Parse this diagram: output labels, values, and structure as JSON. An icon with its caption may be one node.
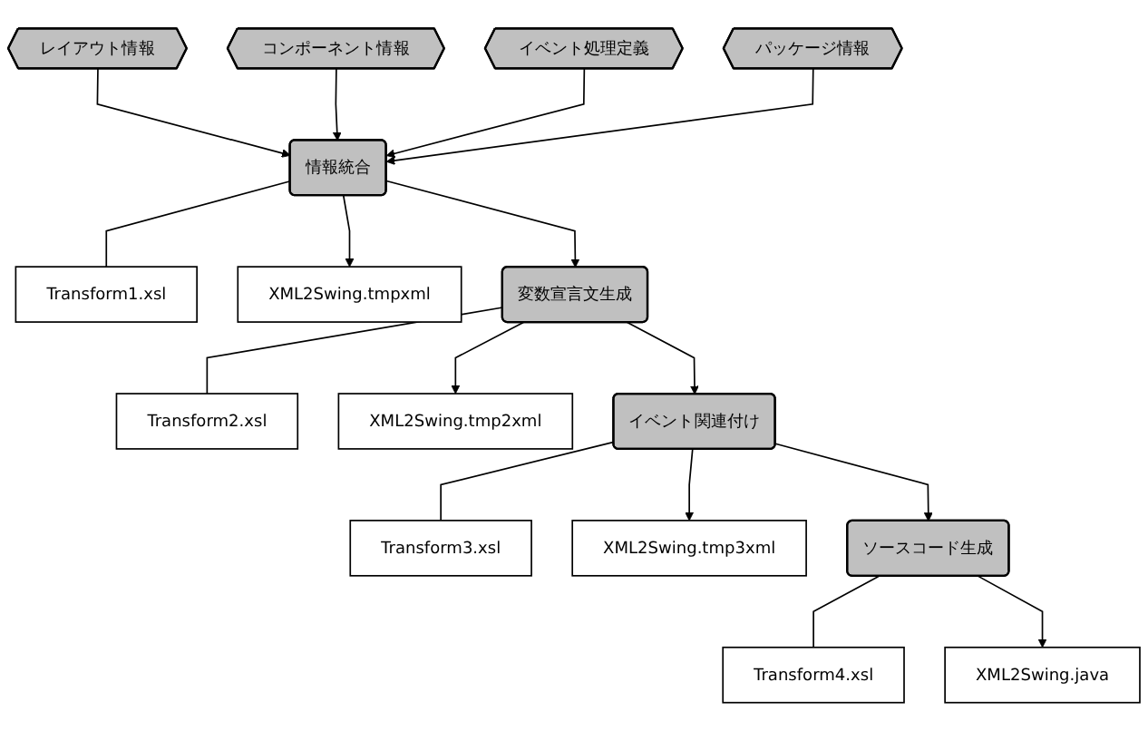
{
  "diagram": {
    "nodes": [
      {
        "text": [
          "レイアウト情報"
        ]
      },
      {
        "text": [
          "コンポーネント情報"
        ]
      },
      {
        "text": [
          "イベント処理定義"
        ]
      },
      {
        "text": [
          "パッケージ情報"
        ]
      },
      {
        "text": [
          "Transform1.xsl"
        ]
      },
      {
        "text": [
          "情報統合"
        ]
      },
      {
        "text": [
          "XML2Swing.tmpxml"
        ]
      },
      {
        "text": [
          "Transform2.xsl"
        ]
      },
      {
        "text": [
          "変数宣言文生成"
        ]
      },
      {
        "text": [
          "XML2Swing.tmp2xml"
        ]
      },
      {
        "text": [
          "Transform3.xsl"
        ]
      },
      {
        "text": [
          "イベント関連付け"
        ]
      },
      {
        "text": [
          "XML2Swing.tmp3xml"
        ]
      },
      {
        "text": [
          "Transform4.xsl"
        ]
      },
      {
        "text": [
          "ソースコード生成"
        ]
      },
      {
        "text": [
          "XML2Swing.java"
        ]
      }
    ],
    "edges": [
      {
        "from": 0,
        "to": 5,
        "arrow": "to"
      },
      {
        "from": 1,
        "to": 5,
        "arrow": "to"
      },
      {
        "from": 2,
        "to": 5,
        "arrow": "to"
      },
      {
        "from": 3,
        "to": 5,
        "arrow": "to"
      },
      {
        "from": 5,
        "to": 4,
        "arrow": "none"
      },
      {
        "from": 5,
        "to": 6,
        "arrow": "to"
      },
      {
        "from": 5,
        "to": 8,
        "arrow": "to"
      },
      {
        "from": 8,
        "to": 7,
        "arrow": "none"
      },
      {
        "from": 8,
        "to": 9,
        "arrow": "to"
      },
      {
        "from": 8,
        "to": 11,
        "arrow": "to"
      },
      {
        "from": 11,
        "to": 10,
        "arrow": "none"
      },
      {
        "from": 11,
        "to": 12,
        "arrow": "to"
      },
      {
        "from": 11,
        "to": 14,
        "arrow": "to"
      },
      {
        "from": 14,
        "to": 13,
        "arrow": "none"
      },
      {
        "from": 14,
        "to": 15,
        "arrow": "to"
      }
    ]
  }
}
